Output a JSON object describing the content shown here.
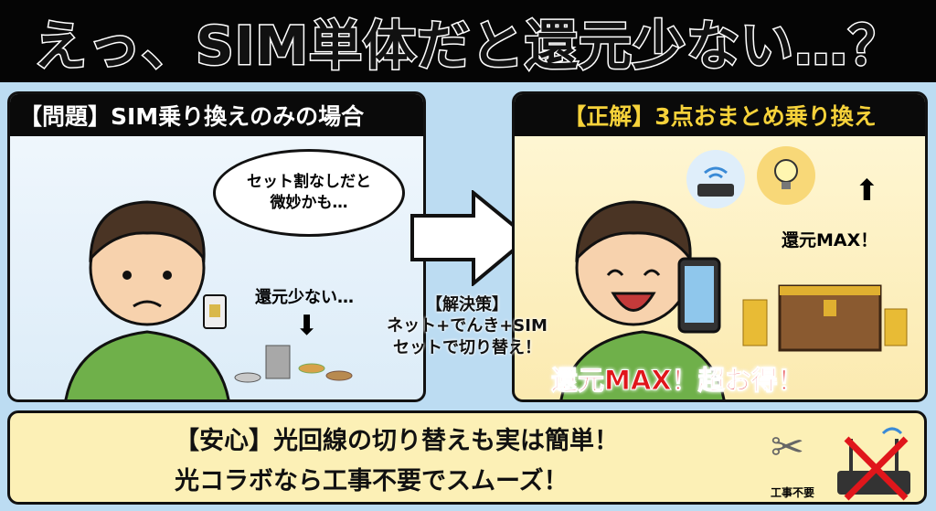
{
  "title": "えっ、SIM単体だと還元少ない…？",
  "left_panel": {
    "header": "【問題】SIM乗り換えのみの場合",
    "thought_line1": "セット割なしだと",
    "thought_line2": "微妙かも…",
    "caption": "還元少ない…"
  },
  "solution": {
    "label": "【解決策】",
    "line1": "ネット+でんき+SIM",
    "line2": "セットで切り替え！"
  },
  "right_panel": {
    "header": "【正解】3点おまとめ乗り換え",
    "max_label": "還元MAX！",
    "banner": "還元MAX！超お得！"
  },
  "bottom": {
    "line1": "【安心】光回線の切り替えも実は簡単！",
    "line2": "光コラボなら工事不要でスムーズ！",
    "icon_caption": "工事不要"
  },
  "colors": {
    "header_yellow": "#f6d23a",
    "accent_red": "#e0161b",
    "shirt_green": "#6fb04a"
  }
}
